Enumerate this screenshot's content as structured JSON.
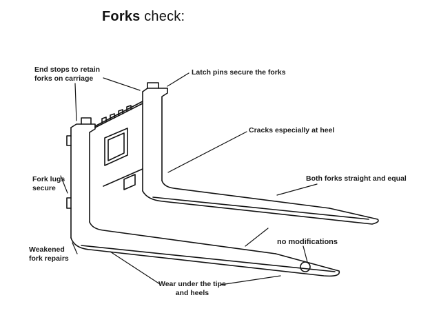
{
  "title": {
    "bold_part": "Forks",
    "rest": " check:"
  },
  "labels": {
    "end_stops": [
      "End stops to retain",
      "forks on carriage"
    ],
    "latch_pins": "Latch pins secure the forks",
    "cracks": "Cracks especially at heel",
    "both_forks": "Both forks straight and equal",
    "fork_lugs": [
      "Fork lugs",
      "secure"
    ],
    "no_modifications": "no modifications",
    "weakened": [
      "Weakened",
      "fork repairs"
    ],
    "wear": [
      "Wear under the tips",
      "and heels"
    ]
  },
  "colors": {
    "ink": "#111111",
    "paper": "#ffffff"
  }
}
